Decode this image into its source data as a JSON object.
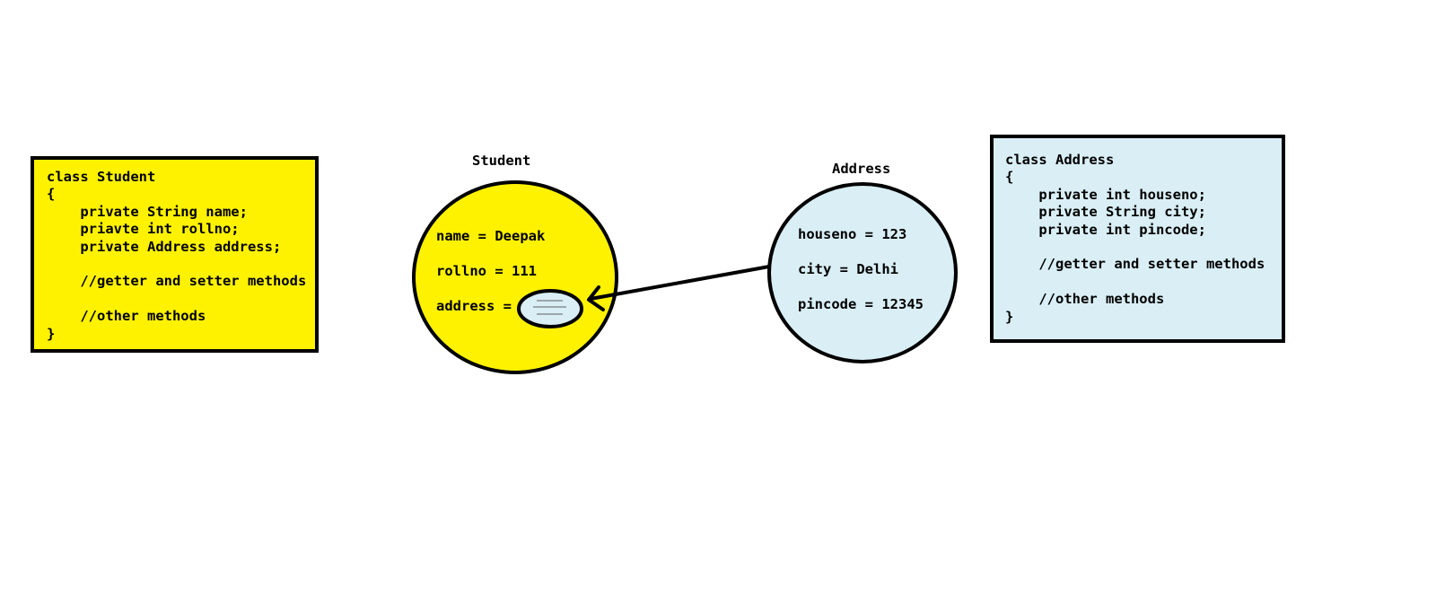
{
  "student_class": {
    "code_lines": [
      "class Student",
      "{",
      "    private String name;",
      "    priavte int rollno;",
      "    private Address address;",
      "",
      "    //getter and setter methods",
      "",
      "    //other methods",
      "}"
    ],
    "fill_color": "#fff200"
  },
  "student_object": {
    "title": "Student",
    "fields": [
      "name = Deepak",
      "rollno = 111",
      "address ="
    ],
    "fill_color": "#fff200"
  },
  "address_object": {
    "title": "Address",
    "fields": [
      "houseno = 123",
      "city = Delhi",
      "pincode = 12345"
    ],
    "fill_color": "#d9eef5"
  },
  "address_class": {
    "code_lines": [
      "class Address",
      "{",
      "    private int houseno;",
      "    private String city;",
      "    private int pincode;",
      "",
      "    //getter and setter methods",
      "",
      "    //other methods",
      "}"
    ],
    "fill_color": "#d9eef5"
  },
  "reference_arrow": {
    "from": "address-object",
    "to": "student-address-reference"
  }
}
